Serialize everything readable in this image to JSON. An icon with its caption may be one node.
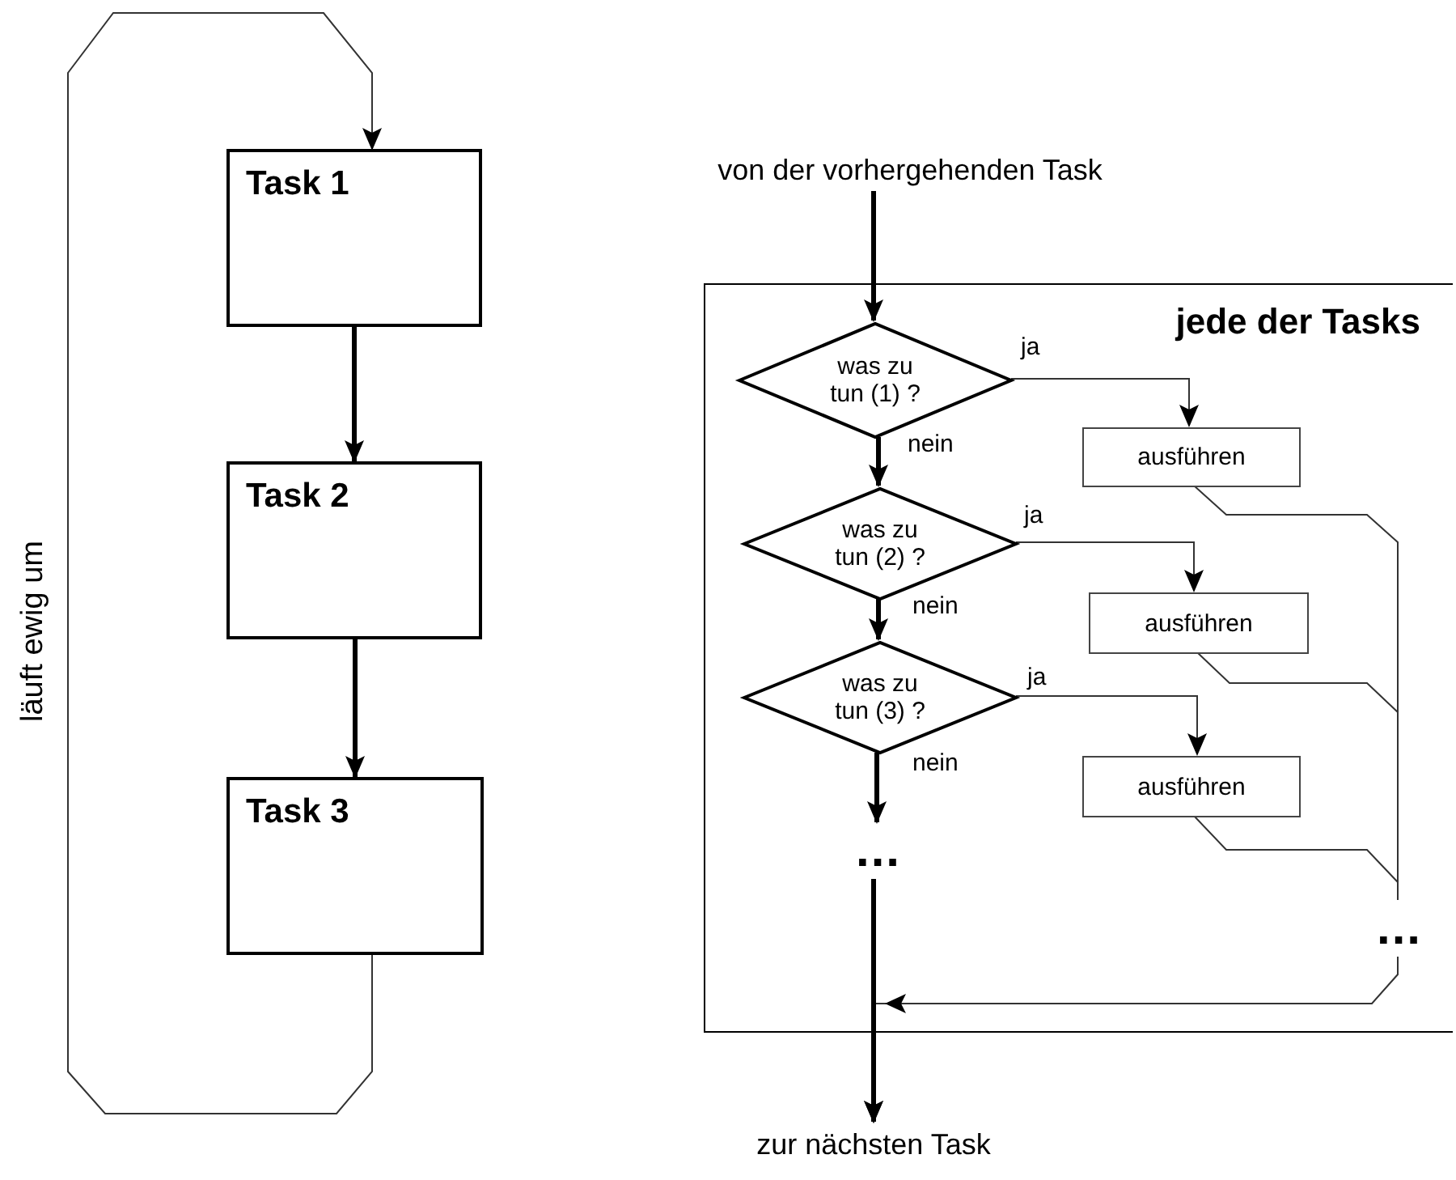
{
  "diagram": {
    "nodes": [
      {
        "text": [
          "Task 1"
        ]
      },
      {
        "text": [
          "Task 2"
        ]
      },
      {
        "text": [
          "Task 3"
        ]
      },
      {
        "text": [
          "von der vorhergehenden Task"
        ]
      },
      {
        "text": [
          "jede der Tasks"
        ]
      },
      {
        "text": [
          "was zu tun (1) ?"
        ],
        "in": 4
      },
      {
        "text": [
          "ausführen"
        ],
        "in": 4
      },
      {
        "text": [
          "was zu tun (2) ?"
        ],
        "in": 4
      },
      {
        "text": [
          "ausführen"
        ],
        "in": 4
      },
      {
        "text": [
          "was zu tun (3) ?"
        ],
        "in": 4
      },
      {
        "text": [
          "ausführen"
        ],
        "in": 4
      },
      {
        "text": [
          "..."
        ],
        "in": 4
      },
      {
        "text": [
          "..."
        ],
        "in": 4
      },
      {
        "text": [
          "zur nächsten Task"
        ]
      }
    ],
    "edges": [
      {
        "from": 0,
        "to": 1,
        "arrow": "to",
        "style": "thick"
      },
      {
        "from": 1,
        "to": 2,
        "arrow": "to",
        "style": "thick"
      },
      {
        "from": 2,
        "to": 0,
        "arrow": "to",
        "label": "läuft ewig um"
      },
      {
        "from": 3,
        "to": 5,
        "arrow": "to",
        "style": "thick"
      },
      {
        "from": 5,
        "to": 6,
        "arrow": "to",
        "label": "ja"
      },
      {
        "from": 5,
        "to": 7,
        "arrow": "to",
        "label": "nein",
        "style": "thick"
      },
      {
        "from": 7,
        "to": 8,
        "arrow": "to",
        "label": "ja"
      },
      {
        "from": 7,
        "to": 9,
        "arrow": "to",
        "label": "nein",
        "style": "thick"
      },
      {
        "from": 9,
        "to": 10,
        "arrow": "to",
        "label": "ja"
      },
      {
        "from": 9,
        "to": 11,
        "arrow": "to",
        "label": "nein",
        "style": "thick"
      },
      {
        "from": 6,
        "to": 12,
        "arrow": "none"
      },
      {
        "from": 8,
        "to": 12,
        "arrow": "none"
      },
      {
        "from": 10,
        "to": 12,
        "arrow": "none"
      },
      {
        "from": 12,
        "to": 13,
        "arrow": "to"
      },
      {
        "from": 11,
        "to": 13,
        "arrow": "to",
        "style": "thick"
      }
    ]
  }
}
